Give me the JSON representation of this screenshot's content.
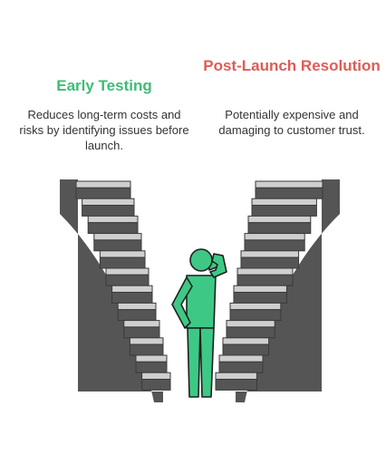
{
  "left": {
    "title": "Early Testing",
    "description": "Reduces long-term costs and risks by identifying issues before launch.",
    "title_color": "#3dbd77"
  },
  "right": {
    "title": "Post-Launch Resolution",
    "description": "Potentially expensive and damaging to customer trust.",
    "title_color": "#e05b55"
  },
  "colors": {
    "stair_dark": "#555555",
    "stair_light": "#cfcfcf",
    "stair_edge": "#3a3a3a",
    "person": "#3dc985",
    "person_outline": "#1f1f1f"
  },
  "icons": {
    "person": "person-scratching-head-icon",
    "stairs": "staircase-icon"
  }
}
